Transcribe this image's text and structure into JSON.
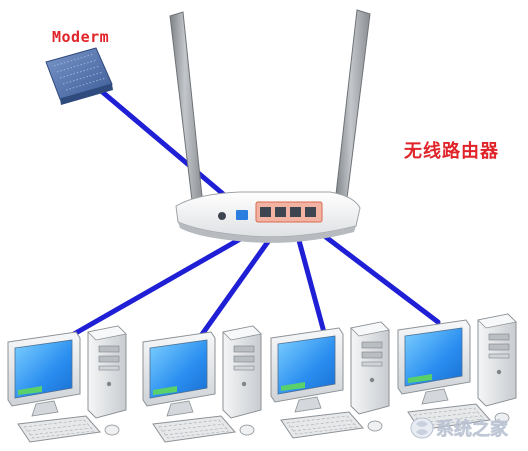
{
  "labels": {
    "modem": "Moderm",
    "router": "无线路由器"
  },
  "watermark": {
    "text": "系统之家"
  },
  "colors": {
    "label_red": "#e0242a",
    "cable_blue": "#1f1fd6",
    "router_body": "#f1f2f4",
    "antenna": "#9ea2a6",
    "modem_blue": "#5f7fb8",
    "screen_blue": "#2f9bf0",
    "computer_beige": "#e9ecef"
  },
  "icons": {
    "modem": "modem-icon",
    "router": "router-icon",
    "computer": "desktop-computer-icon",
    "watermark": "xitongzhijia-logo"
  },
  "diagram": {
    "type": "network-topology",
    "nodes": [
      "modem",
      "router",
      "computer-1",
      "computer-2",
      "computer-3",
      "computer-4"
    ],
    "edges": [
      [
        "modem",
        "router"
      ],
      [
        "router",
        "computer-1"
      ],
      [
        "router",
        "computer-2"
      ],
      [
        "router",
        "computer-3"
      ],
      [
        "router",
        "computer-4"
      ]
    ]
  }
}
